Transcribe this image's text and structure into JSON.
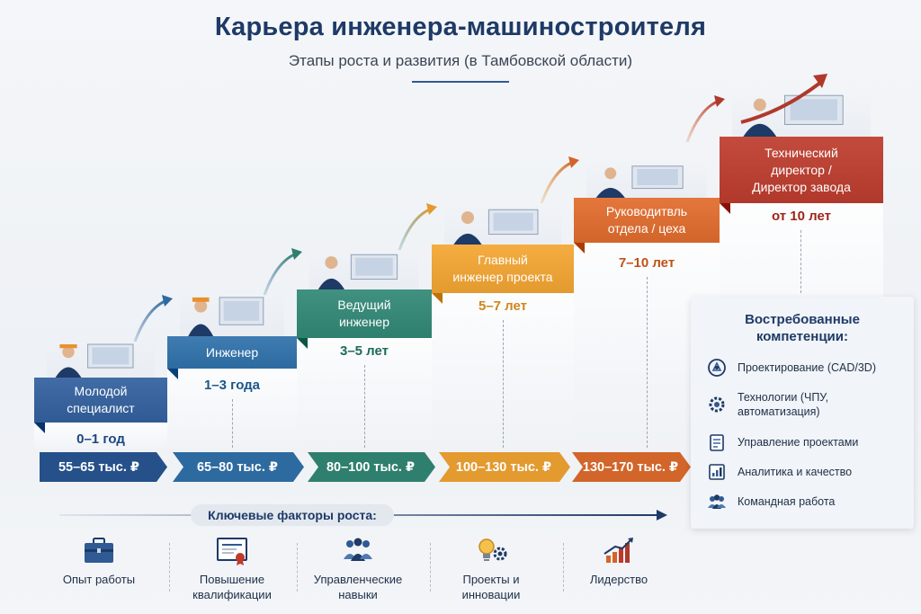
{
  "header": {
    "title": "Карьера инженера-машиностроителя",
    "subtitle": "Этапы роста и развития (в Тамбовской области)"
  },
  "steps": [
    {
      "label": "Молодой\nспециалист",
      "years": "0–1 год",
      "salary": "55–65 тыс. ₽",
      "color": "#2f5a94"
    },
    {
      "label": "Инженер",
      "years": "1–3 года",
      "salary": "65–80 тыс. ₽",
      "color": "#2d6a9f"
    },
    {
      "label": "Ведущий\nинженер",
      "years": "3–5 лет",
      "salary": "80–100 тыс. ₽",
      "color": "#2f7f6e"
    },
    {
      "label": "Главный\nинженер проекта",
      "years": "5–7 лет",
      "salary": "100–130 тыс. ₽",
      "color": "#e39a2f"
    },
    {
      "label": "Руководитвль\nотдела / цеха",
      "years": "7–10 лет",
      "salary": "130–170 тыс. ₽",
      "color": "#d2652a"
    },
    {
      "label": "Технический\nдиректор /\nДиректор завода",
      "years": "от 10 лет",
      "salary": "",
      "color": "#b0392b"
    }
  ],
  "factors": {
    "title": "Ключевые факторы роста:",
    "items": [
      {
        "label": "Опыт работы",
        "icon": "briefcase-icon"
      },
      {
        "label": "Повышение\nквалификации",
        "icon": "certificate-icon"
      },
      {
        "label": "Управленческие\nнавыки",
        "icon": "team-management-icon"
      },
      {
        "label": "Проекты и\nинновации",
        "icon": "lightbulb-gear-icon"
      },
      {
        "label": "Лидерство",
        "icon": "growth-chart-icon"
      }
    ]
  },
  "competencies": {
    "title": "Востребованные\nкомпетенции:",
    "items": [
      {
        "label": "Проектирование (CAD/3D)",
        "icon": "cad-icon"
      },
      {
        "label": "Технологии (ЧПУ,\nавтоматизация)",
        "icon": "gear-icon"
      },
      {
        "label": "Управление проектами",
        "icon": "clipboard-icon"
      },
      {
        "label": "Аналитика и качество",
        "icon": "analytics-icon"
      },
      {
        "label": "Командная работа",
        "icon": "people-icon"
      }
    ]
  }
}
